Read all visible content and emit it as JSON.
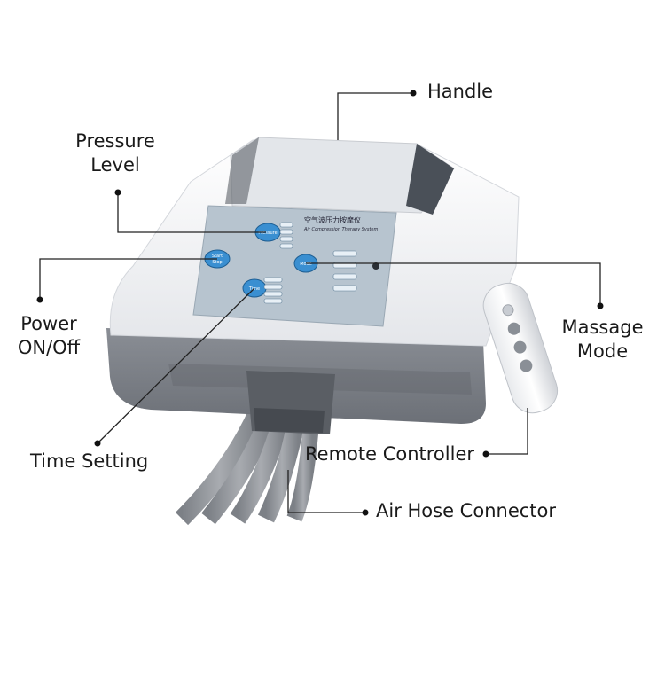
{
  "labels": {
    "handle": "Handle",
    "pressure_level_1": "Pressure",
    "pressure_level_2": "Level",
    "power_1": "Power",
    "power_2": "ON/Off",
    "massage_mode_1": "Massage",
    "massage_mode_2": "Mode",
    "time_setting": "Time Setting",
    "remote_controller": "Remote Controller",
    "air_hose_connector": "Air Hose Connector"
  },
  "panel": {
    "title_cn": "空气波压力按摩仪",
    "title_en": "Air Compression Therapy System",
    "pressure_button": "Pressure",
    "start_button_1": "Start",
    "start_button_2": "Stop",
    "time_button": "Time",
    "mode_button": "Mode"
  },
  "colors": {
    "device_white": "#f2f3f5",
    "device_gray": "#7e8289",
    "panel": "#b7c4cf",
    "button_blue": "#3a8fd1",
    "hose": "#8d9096",
    "leader_line": "#222222"
  }
}
